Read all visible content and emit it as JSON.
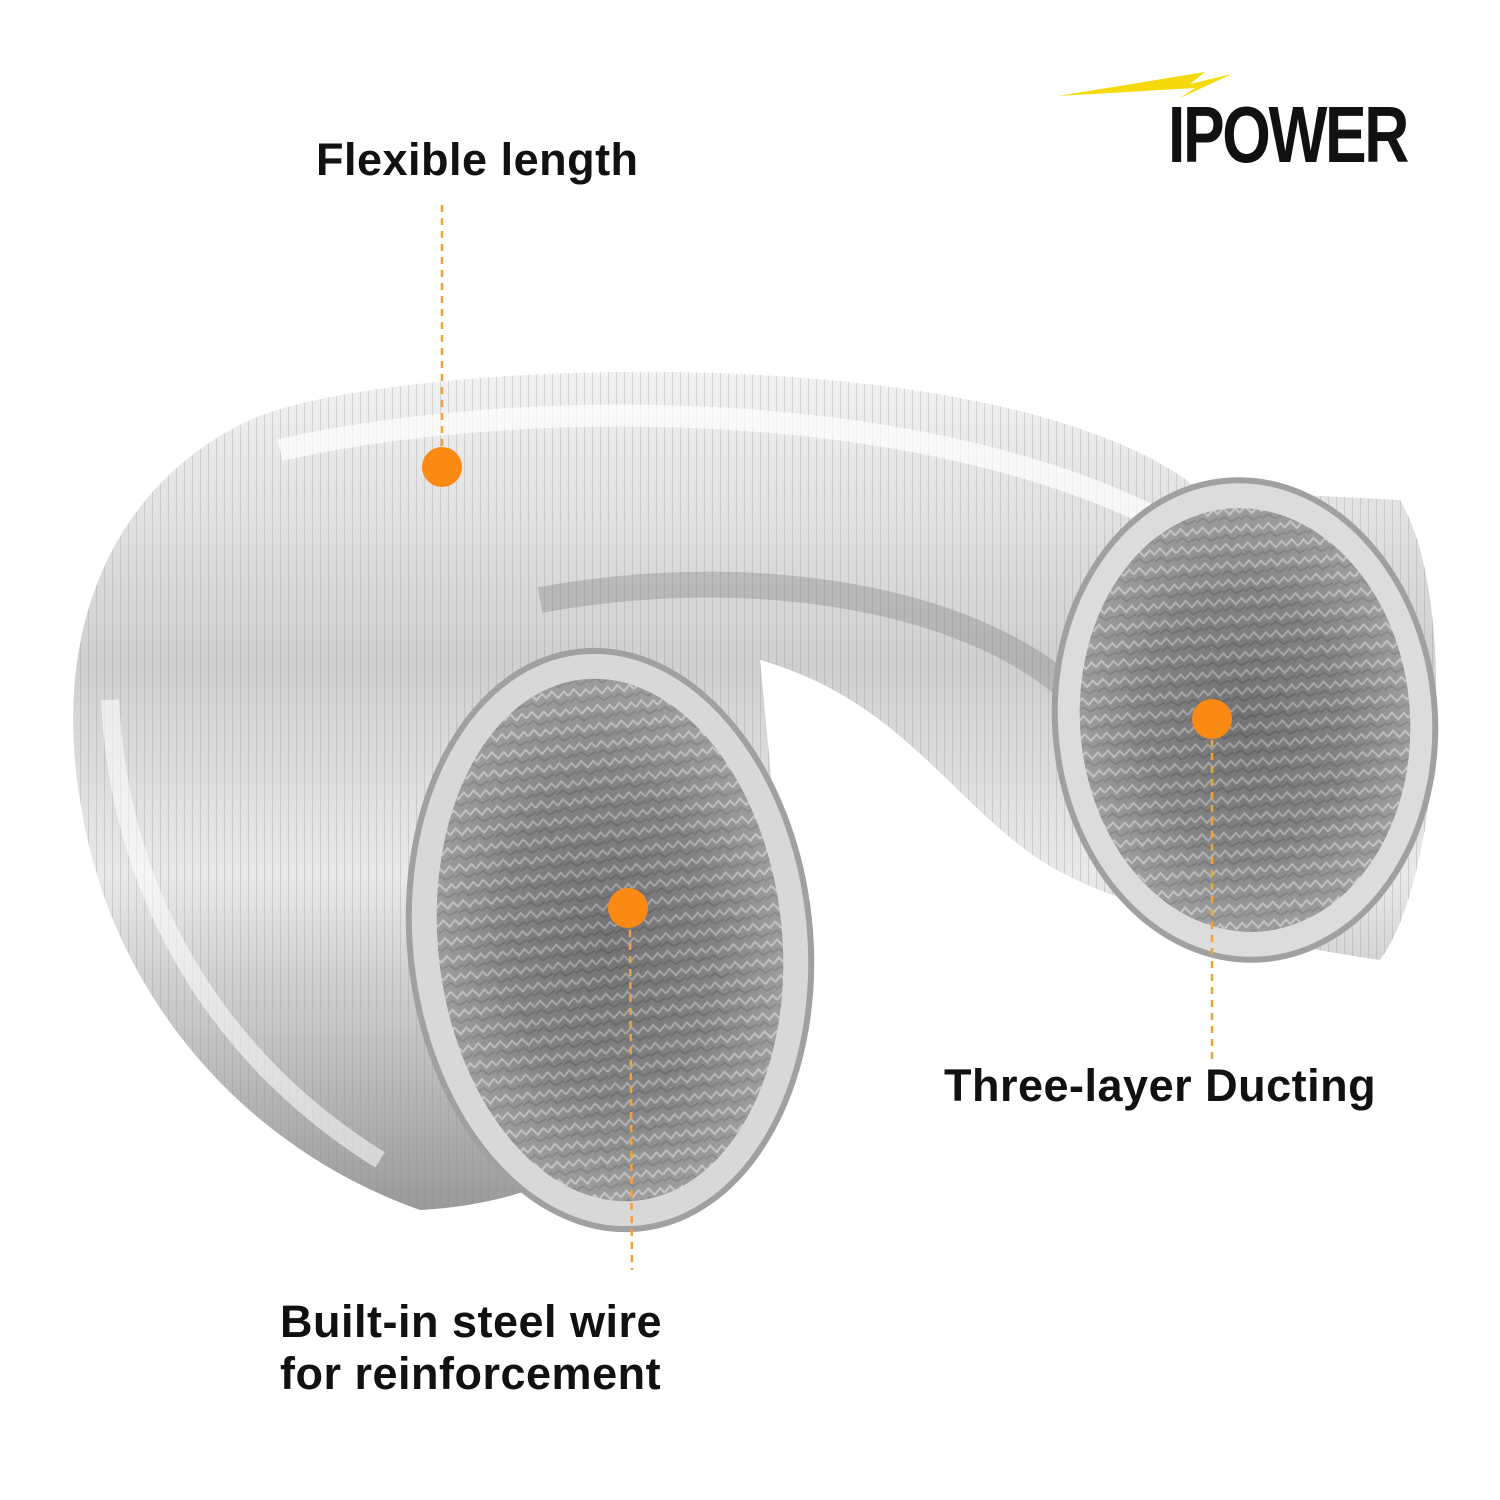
{
  "brand": {
    "name": "IPOWER",
    "bolt_color": "#f5d90a"
  },
  "callouts": [
    {
      "id": "flex",
      "text": "Flexible length"
    },
    {
      "id": "three",
      "text": "Three-layer Ducting"
    },
    {
      "id": "wire",
      "lines": [
        "Built-in steel wire",
        "for reinforcement"
      ]
    }
  ],
  "colors": {
    "callout_dot": "#fa8a14",
    "callout_line": "#f2a23c",
    "label_text": "#111111",
    "background": "#ffffff"
  },
  "product": {
    "image_subject": "aluminum-flexible-duct"
  }
}
